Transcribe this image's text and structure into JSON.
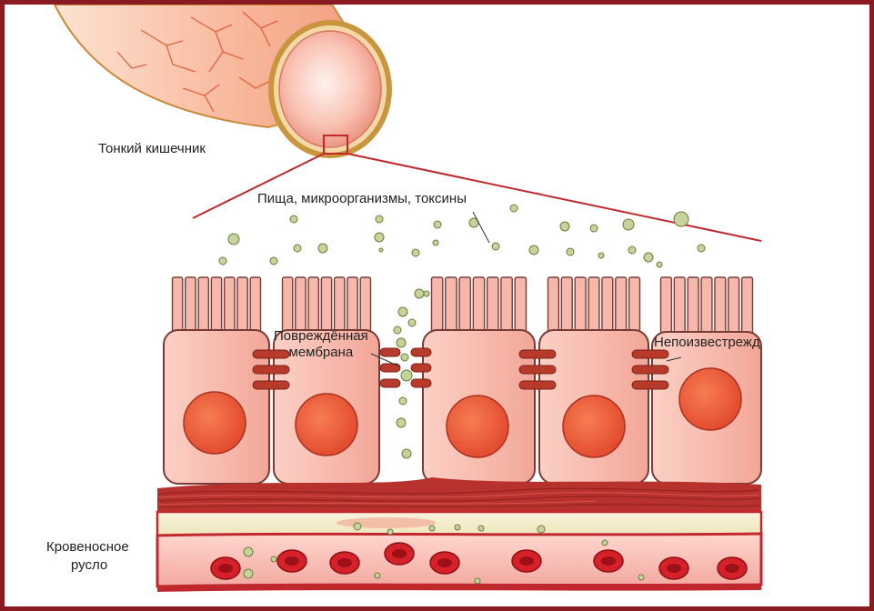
{
  "labels": {
    "small_intestine": "Тонкий кишечник",
    "food_microbes_toxins": "Пища, микроорганизмы, токсины",
    "damaged_membrane": {
      "line1": "Повреждённая",
      "line2": "мембрана"
    },
    "intact_membrane": {
      "line1": "Непоизвестрежд",
      "line2": ""
    },
    "blood_stream": {
      "line1": "Кровеносное",
      "line2": "русло"
    }
  },
  "colors": {
    "border": "#8a1a22",
    "cell_fill": "#f7b8ac",
    "cell_stroke": "#7a3a35",
    "nucleus": "#ee5a3a",
    "junction": "#b83a2a",
    "particle": "#c5d49a",
    "zoom_line": "#c0282d",
    "tissue": "#b8322d",
    "vessel_wall": "#c0282d",
    "plasma": "#f5efd2",
    "blood_cell": "#d6202a",
    "intestine": "#f8b99a"
  }
}
